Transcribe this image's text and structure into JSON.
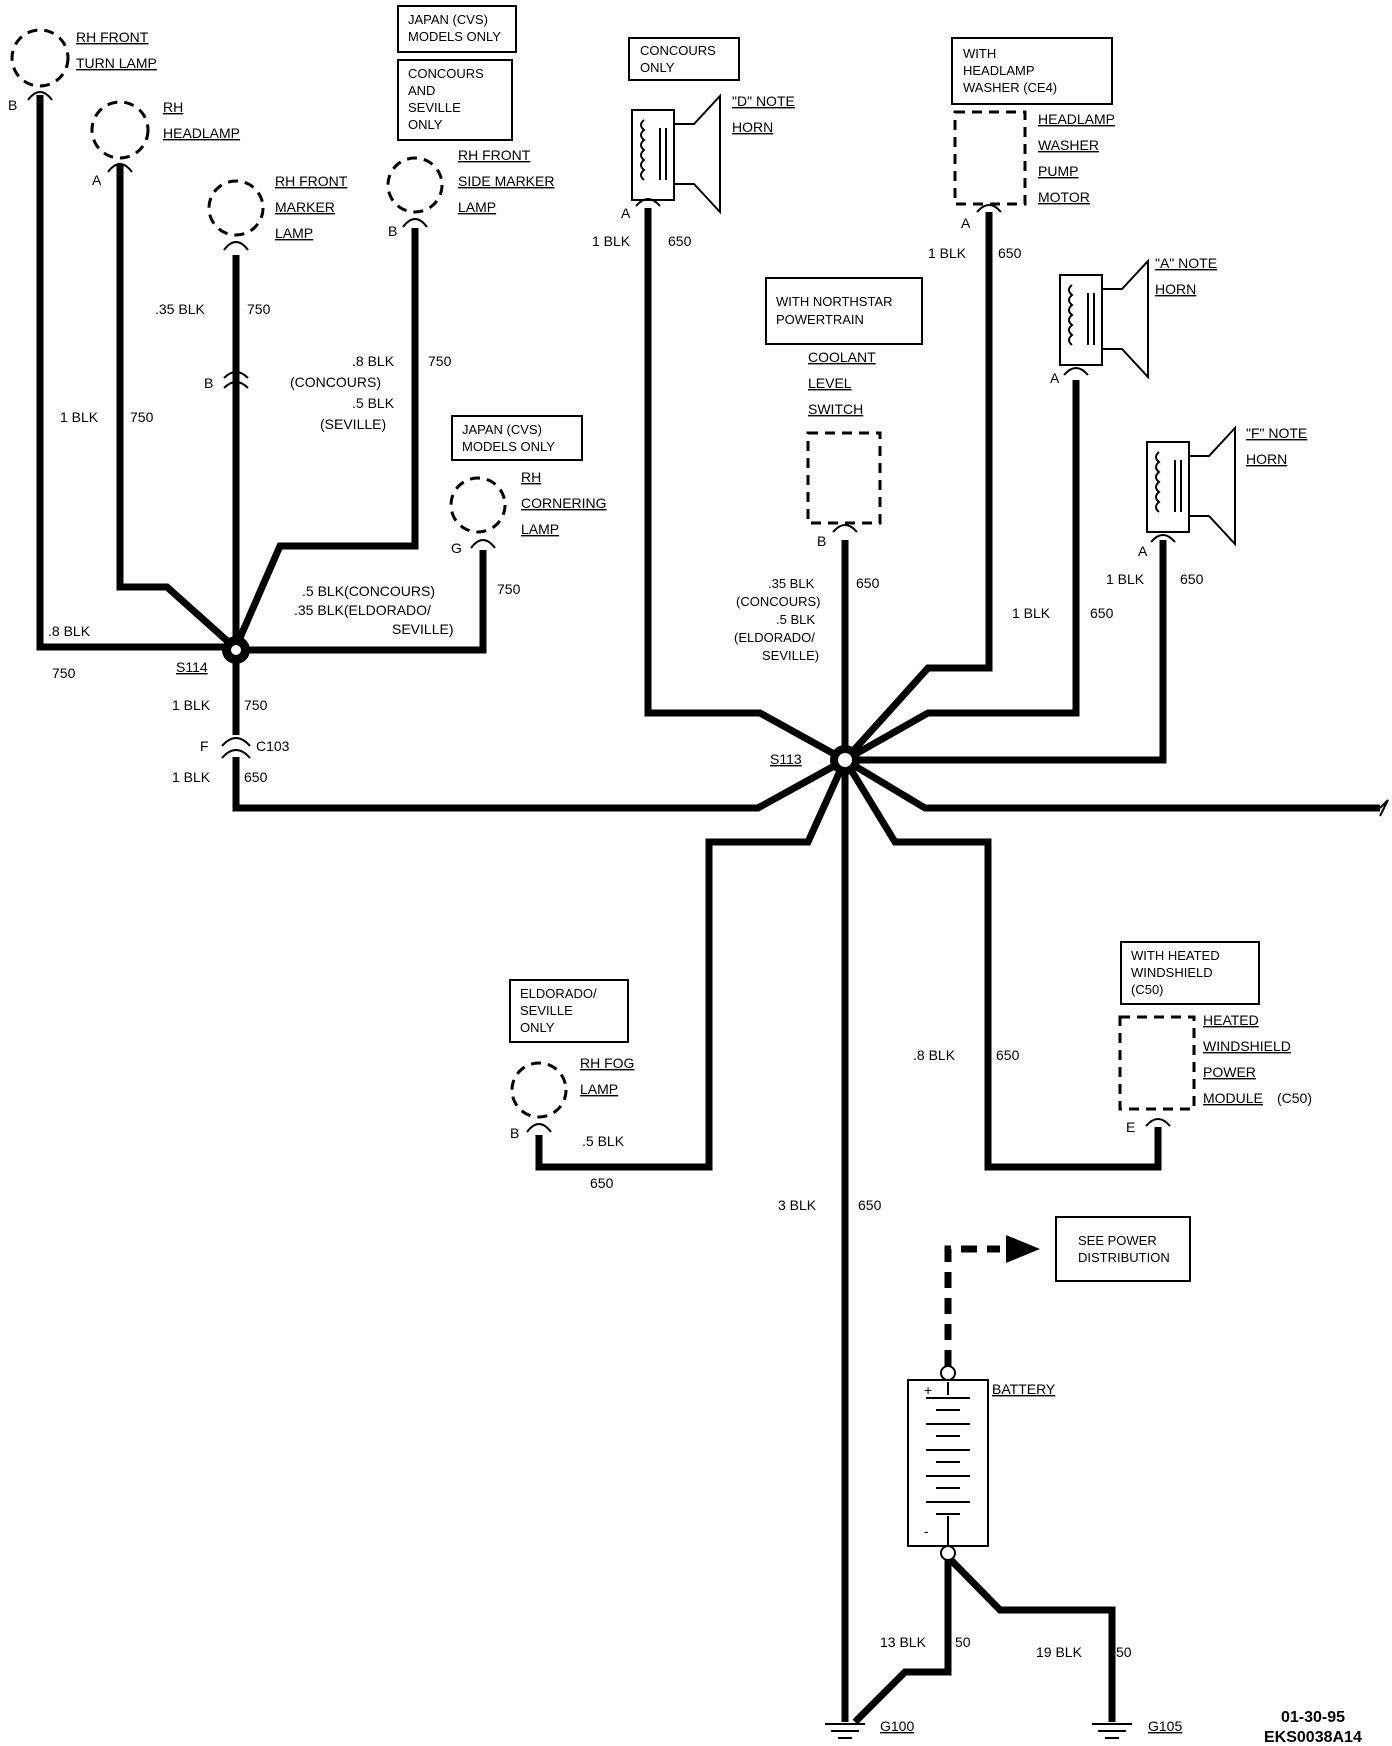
{
  "components": {
    "rh_front_turn_lamp": {
      "name": [
        "RH FRONT",
        "TURN LAMP"
      ],
      "pin": "B"
    },
    "rh_headlamp": {
      "name": [
        "RH",
        "HEADLAMP"
      ],
      "pin": "A"
    },
    "rh_front_marker_lamp": {
      "name": [
        "RH FRONT",
        "MARKER",
        "LAMP"
      ]
    },
    "rh_front_side_marker_lamp": {
      "name": [
        "RH FRONT",
        "SIDE MARKER",
        "LAMP"
      ],
      "pin": "B"
    },
    "rh_cornering_lamp": {
      "name": [
        "RH",
        "CORNERING",
        "LAMP"
      ],
      "pin": "G"
    },
    "d_note_horn": {
      "name": [
        "\"D\" NOTE",
        "HORN"
      ],
      "pin": "A"
    },
    "headlamp_washer_pump_motor": {
      "name": [
        "HEADLAMP",
        "WASHER",
        "PUMP",
        "MOTOR"
      ],
      "pin": "A"
    },
    "a_note_horn": {
      "name": [
        "\"A\" NOTE",
        "HORN"
      ],
      "pin": "A"
    },
    "f_note_horn": {
      "name": [
        "\"F\" NOTE",
        "HORN"
      ],
      "pin": "A"
    },
    "coolant_level_switch": {
      "name": [
        "COOLANT",
        "LEVEL",
        "SWITCH"
      ],
      "pin": "B"
    },
    "rh_fog_lamp": {
      "name": [
        "RH FOG",
        "LAMP"
      ],
      "pin": "B"
    },
    "heated_windshield_power_module": {
      "name": [
        "HEATED",
        "WINDSHIELD",
        "POWER",
        "MODULE"
      ],
      "suffix": "(C50)",
      "pin": "E"
    },
    "battery": {
      "name": "BATTERY",
      "plus": "+",
      "minus": "-"
    }
  },
  "notes": {
    "japan_cvs_1": [
      "JAPAN (CVS)",
      "MODELS ONLY"
    ],
    "concours_seville_only": [
      "CONCOURS",
      "AND",
      "SEVILLE",
      "ONLY"
    ],
    "concours_only": [
      "CONCOURS",
      "ONLY"
    ],
    "with_headlamp_washer": [
      "WITH",
      "HEADLAMP",
      "WASHER (CE4)"
    ],
    "with_northstar": [
      "WITH NORTHSTAR",
      "POWERTRAIN"
    ],
    "japan_cvs_2": [
      "JAPAN (CVS)",
      "MODELS ONLY"
    ],
    "eldorado_seville_only": [
      "ELDORADO/",
      "SEVILLE",
      "ONLY"
    ],
    "with_heated_windshield": [
      "WITH HEATED",
      "WINDSHIELD",
      "(C50)"
    ],
    "see_power_distribution": [
      "SEE POWER",
      "DISTRIBUTION"
    ]
  },
  "wires": {
    "turn_lamp": {
      "size": ".8 BLK",
      "circuit": "750"
    },
    "headlamp": {
      "size": "1 BLK",
      "circuit": "750"
    },
    "marker": {
      "size": ".35 BLK",
      "circuit": "750",
      "conn_pin": "B"
    },
    "side_marker": {
      "lines": [
        ".8 BLK",
        "(CONCOURS)",
        ".5 BLK",
        "(SEVILLE)"
      ],
      "circuit": "750"
    },
    "cornering": {
      "lines": [
        ".5 BLK(CONCOURS)",
        ".35 BLK(ELDORADO/",
        "SEVILLE)"
      ],
      "circuit": "750"
    },
    "s114_down": {
      "size": "1 BLK",
      "circuit": "750"
    },
    "c103": {
      "pin": "F",
      "name": "C103"
    },
    "c103_down": {
      "size": "1 BLK",
      "circuit": "650"
    },
    "d_horn": {
      "size": "1 BLK",
      "circuit": "650"
    },
    "washer": {
      "size": "1 BLK",
      "circuit": "650"
    },
    "coolant": {
      "lines": [
        ".35 BLK",
        "(CONCOURS)",
        ".5 BLK",
        "(ELDORADO/",
        "SEVILLE)"
      ],
      "circuit": "650"
    },
    "a_horn": {
      "size": "1 BLK",
      "circuit": "650"
    },
    "f_horn": {
      "size": "1 BLK",
      "circuit": "650"
    },
    "fog": {
      "size": ".5 BLK",
      "circuit": "650"
    },
    "heated_ws": {
      "size": ".8 BLK",
      "circuit": "650"
    },
    "ground_main": {
      "size": "3 BLK",
      "circuit": "650"
    },
    "battery_g100": {
      "size": "13 BLK",
      "circuit": "50"
    },
    "battery_g105": {
      "size": "19 BLK",
      "circuit": "50"
    }
  },
  "splices": {
    "s114": "S114",
    "s113": "S113"
  },
  "grounds": {
    "g100": "G100",
    "g105": "G105"
  },
  "footer": {
    "date": "01-30-95",
    "code": "EKS0038A14"
  }
}
